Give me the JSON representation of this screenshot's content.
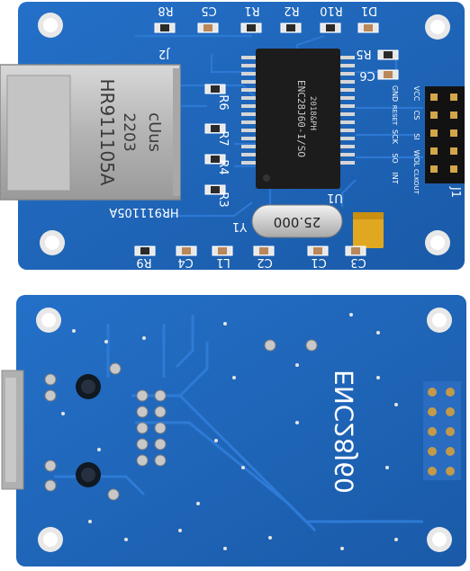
{
  "colors": {
    "pcb": "#1f63b8",
    "pcb_dark": "#174f96",
    "silkscreen": "#ffffff",
    "pad": "#d9d9d9",
    "chip": "#1c1c1c",
    "jack": "#b8b8b8"
  },
  "top_board": {
    "refs": {
      "r8": "R8",
      "c5": "C5",
      "r1": "R1",
      "r2": "R2",
      "r10": "R10",
      "d1": "D1",
      "r5": "R5",
      "c6": "C6",
      "r6": "R6",
      "r7": "R7",
      "r4": "R4",
      "r3": "R3",
      "j2": "J2",
      "u1": "U1",
      "y1": "Y1",
      "j1": "J1",
      "r9": "R9",
      "c4": "C4",
      "l1": "L1",
      "c2": "C2",
      "c1": "C1",
      "c3": "C3"
    },
    "chip": {
      "line1": "ENC28J60-I/SO",
      "line2": "2018&PH"
    },
    "crystal": "25.000",
    "jack": {
      "model": "HR911105A",
      "date": "2203",
      "mark": "cUus"
    },
    "jack_silk": "HR911105A",
    "header_labels": [
      "VCC",
      "GND",
      "CS",
      "RESET",
      "SI",
      "SCK",
      "SO",
      "WOL",
      "INT",
      "CLKOUT"
    ]
  },
  "bottom_board": {
    "marking": "ENC28J60"
  }
}
